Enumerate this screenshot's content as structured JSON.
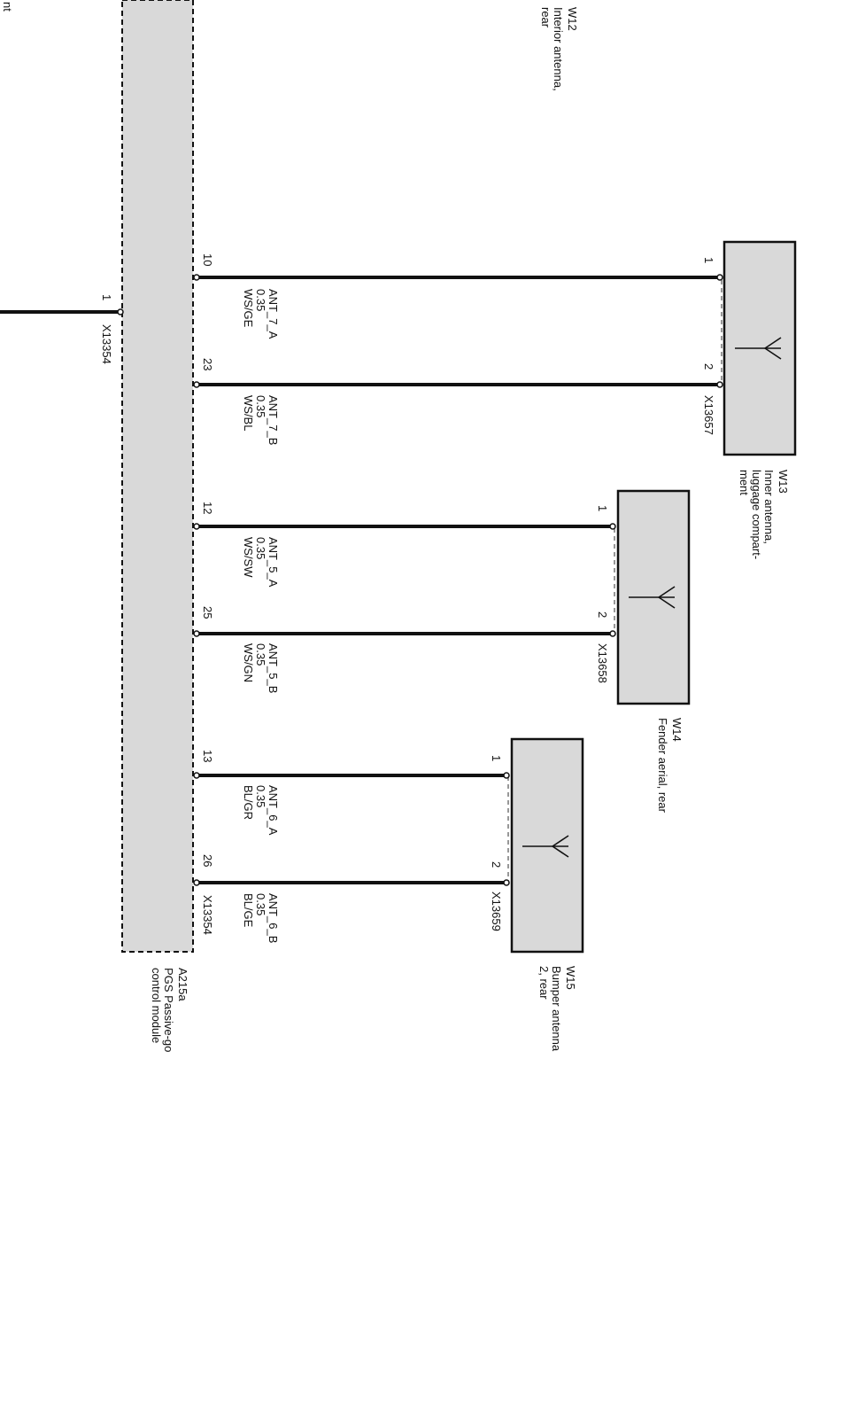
{
  "partial_label_top_left": "nt",
  "module": {
    "id": "A215a",
    "name_line1": "PGS Passive-go",
    "name_line2": "control module",
    "ground_pin": "1",
    "ground_connector": "X13354",
    "bottom_connector": "X13354"
  },
  "antennas": [
    {
      "id": "W12",
      "line1": "Interior antenna,",
      "line2": "rear",
      "line3": ""
    },
    {
      "id": "W13",
      "line1": "Inner antenna,",
      "line2": "luggage compart-",
      "line3": "ment",
      "connector": "X13657"
    },
    {
      "id": "W14",
      "line1": "Fender aerial, rear",
      "line2": "",
      "line3": "",
      "connector": "X13658"
    },
    {
      "id": "W15",
      "line1": "Bumper antenna",
      "line2": "2, rear",
      "line3": "",
      "connector": "X13659"
    }
  ],
  "wires": [
    {
      "module_pin": "10",
      "antenna_pin": "1",
      "signal": "ANT_7_A",
      "gauge": "0.35",
      "color": "WS/GE"
    },
    {
      "module_pin": "23",
      "antenna_pin": "2",
      "signal": "ANT_7_B",
      "gauge": "0.35",
      "color": "WS/BL"
    },
    {
      "module_pin": "12",
      "antenna_pin": "1",
      "signal": "ANT_5_A",
      "gauge": "0.35",
      "color": "WS/SW"
    },
    {
      "module_pin": "25",
      "antenna_pin": "2",
      "signal": "ANT_5_B",
      "gauge": "0.35",
      "color": "WS/GN"
    },
    {
      "module_pin": "13",
      "antenna_pin": "1",
      "signal": "ANT_6_A",
      "gauge": "0.35",
      "color": "BL/GR"
    },
    {
      "module_pin": "26",
      "antenna_pin": "2",
      "signal": "ANT_6_B",
      "gauge": "0.35",
      "color": "BL/GE"
    }
  ]
}
